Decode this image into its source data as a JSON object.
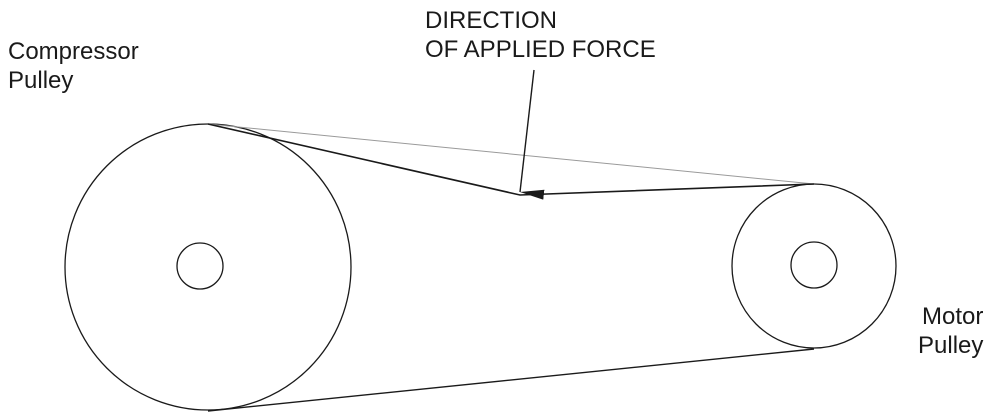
{
  "labels": {
    "compressor_line1": "Compressor",
    "compressor_line2": "Pulley",
    "direction_line1": "DIRECTION",
    "direction_line2": "OF APPLIED FORCE",
    "motor_line1": "Motor",
    "motor_line2": "Pulley"
  },
  "colors": {
    "stroke": "#1a1a1a",
    "slack_belt": "#9a9a9a",
    "background": "#ffffff"
  }
}
